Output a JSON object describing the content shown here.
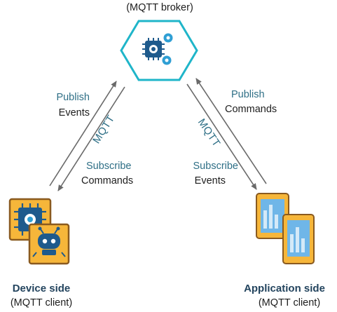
{
  "broker": {
    "label": "(MQTT broker)"
  },
  "left_link": {
    "top_line1": "Publish",
    "top_line2": "Events",
    "protocol": "MQTT",
    "bottom_line1": "Subscribe",
    "bottom_line2": "Commands"
  },
  "right_link": {
    "top_line1": "Publish",
    "top_line2": "Commands",
    "protocol": "MQTT",
    "bottom_line1": "Subscribe",
    "bottom_line2": "Events"
  },
  "device": {
    "title": "Device side",
    "subtitle": "(MQTT client)"
  },
  "application": {
    "title": "Application side",
    "subtitle": "(MQTT client)"
  },
  "colors": {
    "broker_outline": "#1fb5c9",
    "chip": "#1e5a8c",
    "gear": "#2f9fd4",
    "device_tile": "#f6b63a",
    "device_tile_border": "#8a5a1f",
    "tablet_frame": "#f6b63a",
    "tablet_screen": "#6fb6e8",
    "arrow": "#6a6a6a",
    "teal_text": "#2e6f86"
  },
  "icons": {
    "broker": "iot-chip-gears-icon",
    "device_chip": "microchip-icon",
    "device_robot": "robot-icon",
    "app_tablets": "tablet-icon"
  }
}
